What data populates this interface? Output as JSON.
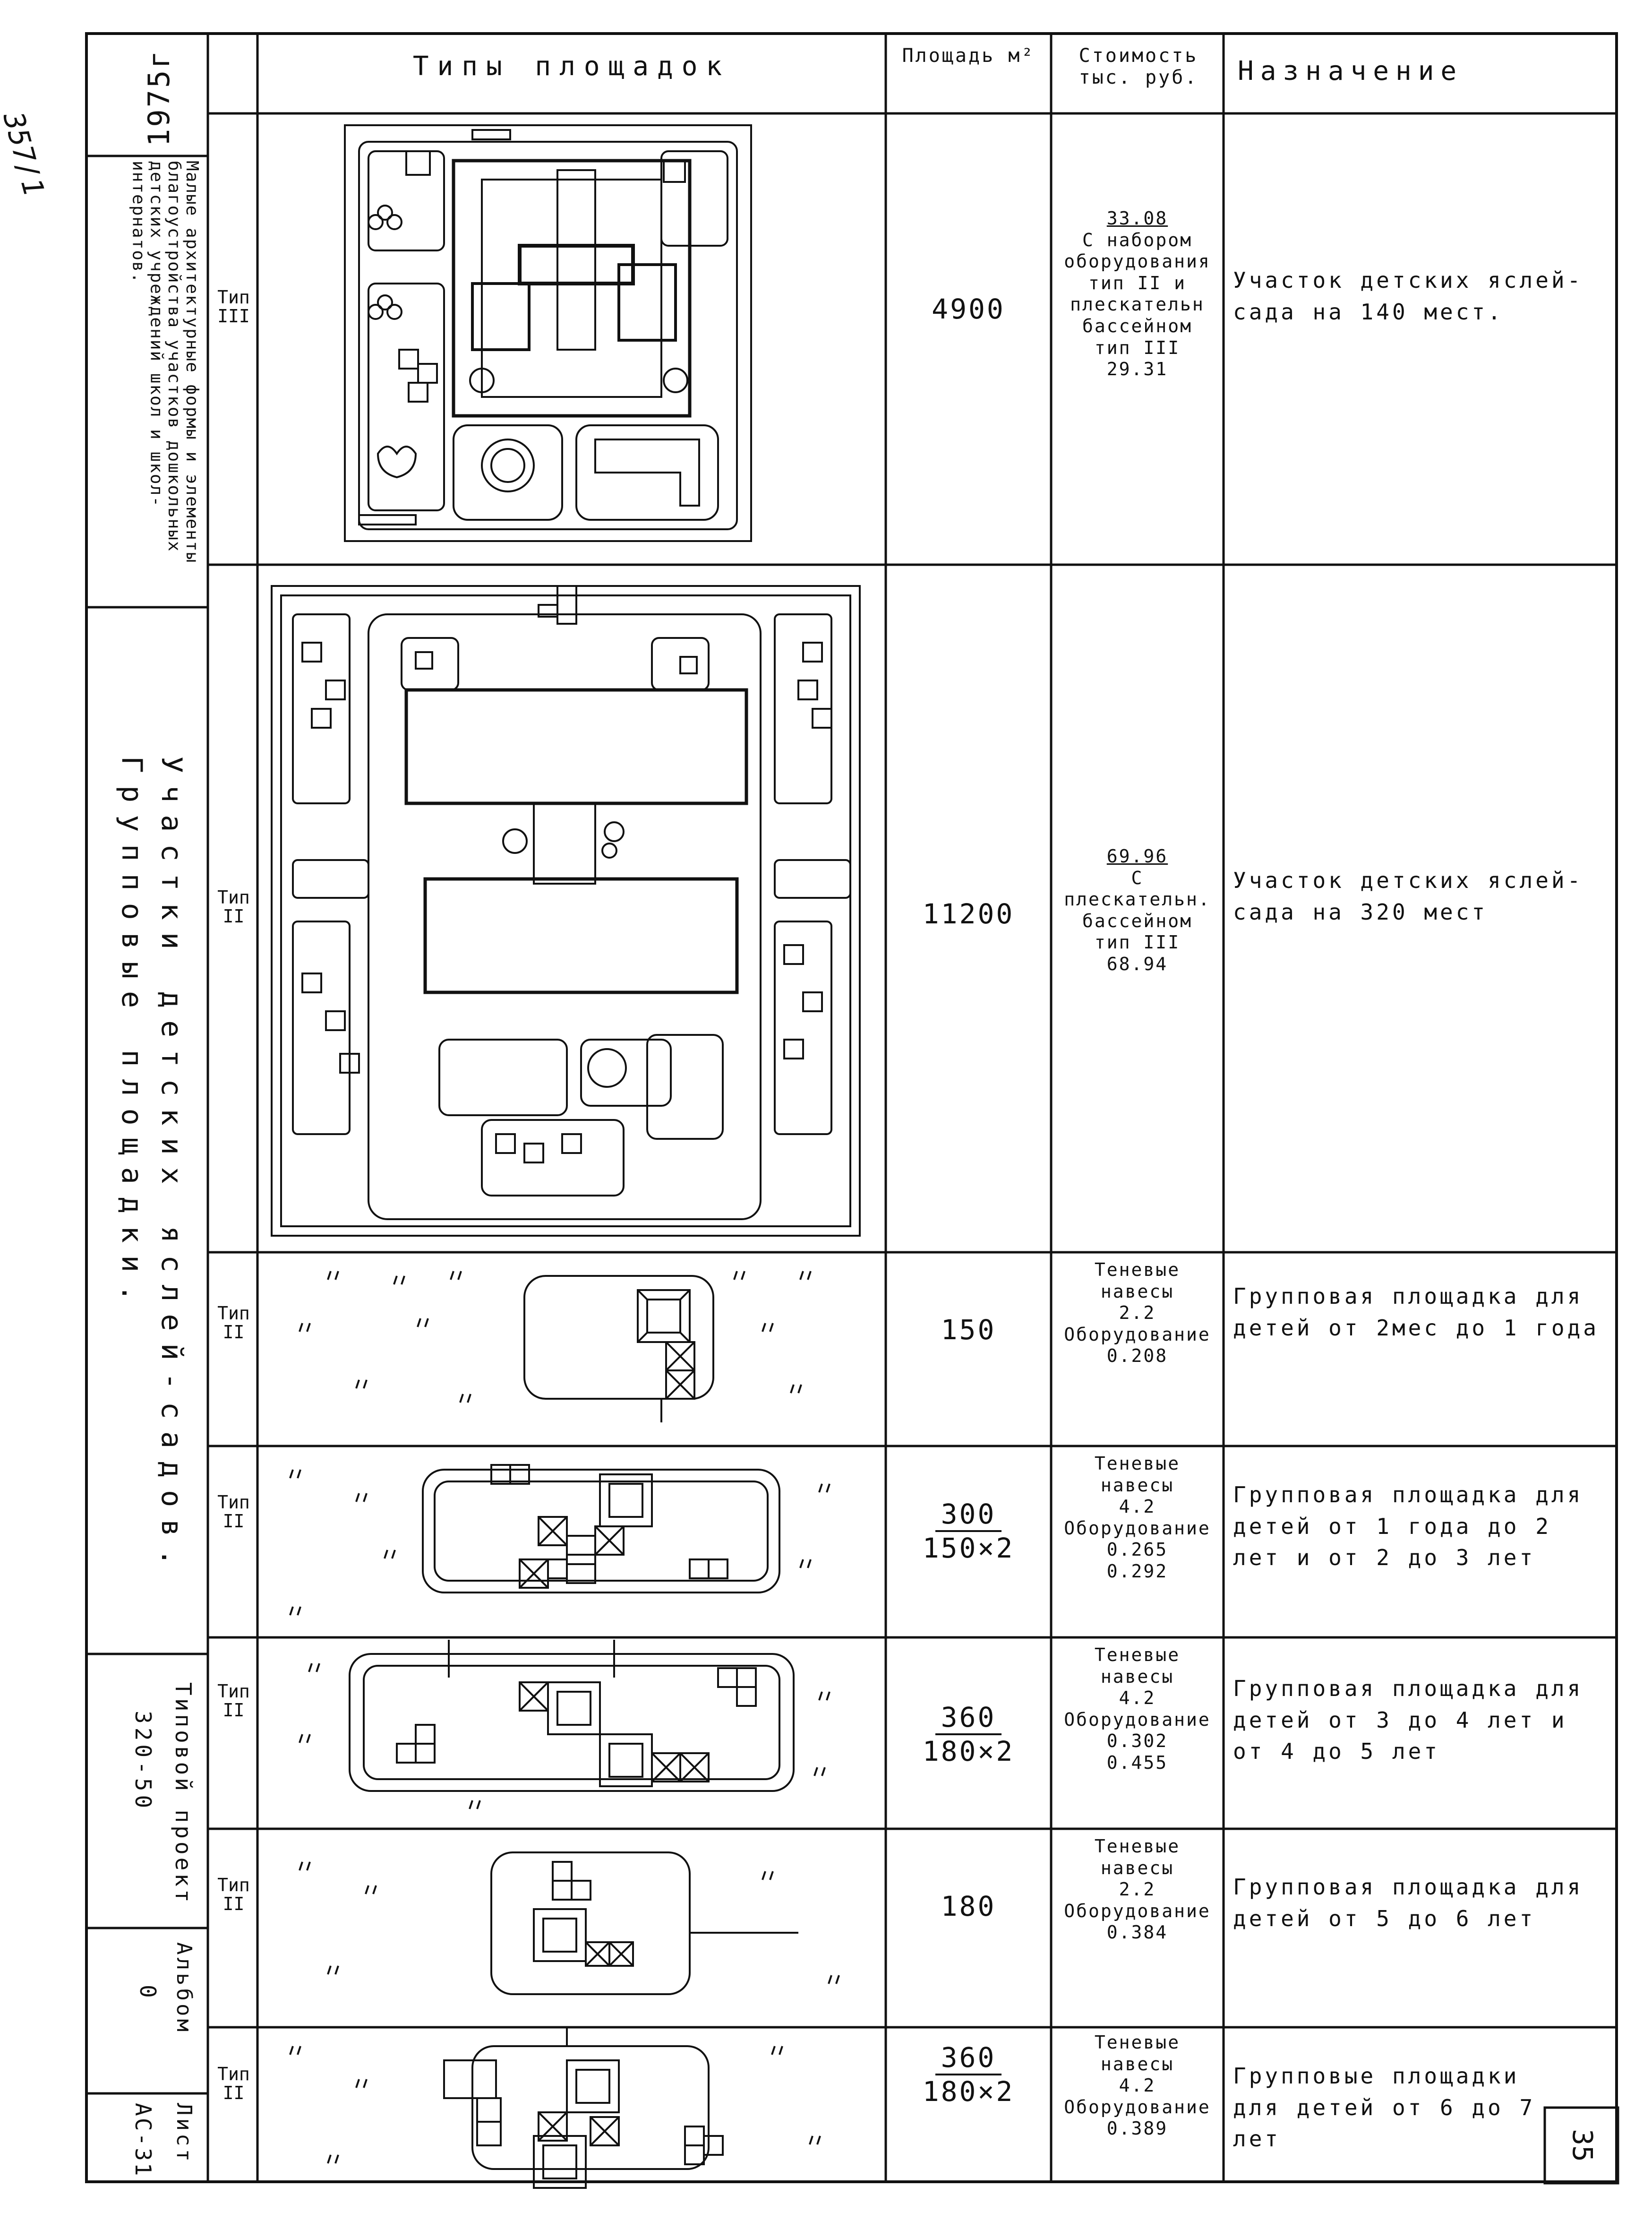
{
  "margin_note": "357/1",
  "side": {
    "year": "1975г",
    "series_title": "Малые архитектурные формы и элементы благоустройства участков дошкольных детских учреждений школ и школ-интернатов.",
    "section_title": "Участки детских яслей-садов. Групповые площадки.",
    "project_label": "Типовой проект",
    "project_number": "320-50",
    "album_label": "Альбом",
    "album_number": "0",
    "sheet_label": "Лист",
    "sheet_number": "АС-31"
  },
  "table": {
    "headers": {
      "types": "Типы площадок",
      "area": "Площадь м²",
      "cost": "Стоимость тыс. руб.",
      "purpose": "Назначение"
    },
    "rows": [
      {
        "type_label": "Тип III",
        "area": "4900",
        "area_fraction": "",
        "cost_lines": [
          "33.08",
          "С набором",
          "оборудования",
          "тип II и",
          "плескательн",
          "бассейном",
          "тип III",
          "29.31"
        ],
        "purpose": "Участок детских яслей-сада на 140 мест."
      },
      {
        "type_label": "Тип II",
        "area": "11200",
        "area_fraction": "",
        "cost_lines": [
          "69.96",
          "С плескательн.",
          "бассейном",
          "тип III",
          "68.94"
        ],
        "purpose": "Участок детских яслей-сада на 320 мест"
      },
      {
        "type_label": "Тип II",
        "area": "150",
        "area_fraction": "",
        "cost_lines": [
          "Теневые",
          "навесы",
          "2.2",
          "Оборудование",
          "0.208"
        ],
        "purpose": "Групповая площадка для детей от 2мес до 1 года"
      },
      {
        "type_label": "Тип II",
        "area": "300",
        "area_fraction": "150×2",
        "cost_lines": [
          "Теневые навесы",
          "4.2",
          "Оборудование",
          "0.265",
          "0.292"
        ],
        "purpose": "Групповая площадка для детей от 1 года до 2 лет и от 2 до 3 лет"
      },
      {
        "type_label": "Тип II",
        "area": "360",
        "area_fraction": "180×2",
        "cost_lines": [
          "Теневые навесы",
          "4.2",
          "Оборудование",
          "0.302",
          "0.455"
        ],
        "purpose": "Групповая площадка для детей от 3 до 4 лет и от 4 до 5 лет"
      },
      {
        "type_label": "Тип II",
        "area": "180",
        "area_fraction": "",
        "cost_lines": [
          "Теневые навесы",
          "2.2",
          "Оборудование",
          "0.384"
        ],
        "purpose": "Групповая площадка для детей от 5 до 6 лет"
      },
      {
        "type_label": "Тип II",
        "area": "360",
        "area_fraction": "180×2",
        "cost_lines": [
          "Теневые навесы",
          "4.2",
          "Оборудование",
          "0.389"
        ],
        "purpose": "Групповые площадки для детей от 6 до 7 лет"
      }
    ]
  },
  "page_number": "35",
  "colors": {
    "ink": "#111111",
    "paper": "#ffffff"
  }
}
